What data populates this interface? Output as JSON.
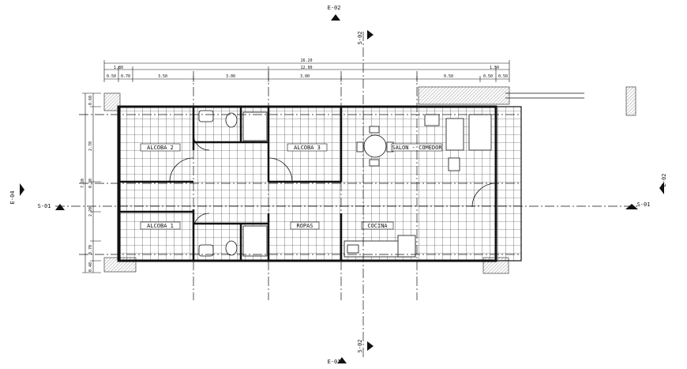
{
  "section_markers": {
    "e02_top": "E-02",
    "s02_top": "S-02",
    "e04_left": "E-04",
    "s01_left": "S-01",
    "e02_right": "E-02",
    "s01_right": "S-01",
    "s02_bottom": "S-02",
    "e01_bottom": "E-01"
  },
  "dimensions": {
    "overall": "16.20",
    "middle": "12.90",
    "top_left": "1.80",
    "top_right": "1.50",
    "segments": [
      "0.50",
      "0.70",
      "3.50",
      "3.00",
      "3.00",
      "0.50",
      "0.50",
      "0.50"
    ],
    "vertical_total": "7.20",
    "vertical_segments": [
      "0.60",
      "2.70",
      "0.30",
      "2.20",
      "0.70",
      "0.40"
    ]
  },
  "rooms": {
    "alcoba_2": "ALCOBA 2",
    "alcoba_3": "ALCOBA 3",
    "salon_comedor": "SALON - COMEDOR",
    "alcoba_1": "ALCOBA 1",
    "ropas": "ROPAS",
    "cocina": "COCINA"
  }
}
